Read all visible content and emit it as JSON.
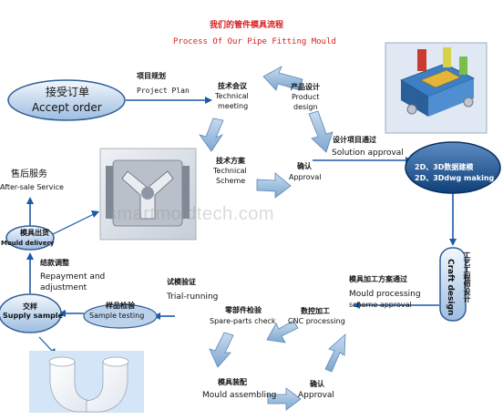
{
  "title_cn": "我们的管件模具流程",
  "title_en": "Process Of Our Pipe Fitting Mould",
  "watermark": "smartmoldtech.com",
  "nodes": {
    "accept_order": {
      "cn": "接受订单",
      "en": "Accept order"
    },
    "project_plan": {
      "cn": "项目规划",
      "en": "Project Plan"
    },
    "technical_meeting": {
      "cn": "技术会议",
      "en1": "Technical",
      "en2": "meeting"
    },
    "product_design": {
      "cn": "产品设计",
      "en1": "Product",
      "en2": "design"
    },
    "technical_scheme": {
      "cn": "技术方案",
      "en1": "Technical",
      "en2": "Scheme"
    },
    "approval_1": {
      "cn": "确认",
      "en": "Approval"
    },
    "solution_approval": {
      "cn": "设计项目通过",
      "en": "Solution approval"
    },
    "modeling": {
      "line1": "2D、3D数据建模",
      "line2": "2D、3Ddwg making"
    },
    "craft_design": {
      "cn": "工艺工程师设计",
      "en": "Craft design"
    },
    "mould_processing": {
      "cn": "模具加工方案通过",
      "en1": "Mould processing",
      "en2": "scheme approval"
    },
    "trial_running": {
      "cn": "试模验证",
      "en": "Trial-running"
    },
    "spare_parts": {
      "cn": "零部件检验",
      "en": "Spare-parts check"
    },
    "cnc": {
      "cn": "数控加工",
      "en": "CNC processing"
    },
    "mould_assembling": {
      "cn": "模具装配",
      "en": "Mould assembling"
    },
    "approval_2": {
      "cn": "确认",
      "en": "Approval"
    },
    "sample_testing": {
      "cn": "样品检验",
      "en": "Sample testing"
    },
    "supply_sample": {
      "cn": "交样",
      "en": "Supply sample"
    },
    "repayment": {
      "cn": "结款调整",
      "en1": "Repayment and",
      "en2": "adjustment"
    },
    "mould_delivery": {
      "cn": "模具出货",
      "en": "Mould delivery"
    },
    "after_sale": {
      "cn": "售后服务",
      "en": "After-sale Service"
    }
  },
  "colors": {
    "title_red": "#d62020",
    "arrow_fill": "#9ab8d8",
    "arrow_stroke": "#5a85b5",
    "node_fill_top": "#eaf2fb",
    "node_fill_bottom": "#9dbde0",
    "node_stroke": "#2f5e96",
    "dark_node_top": "#4f7fb7",
    "dark_node_bottom": "#0f3f78"
  }
}
